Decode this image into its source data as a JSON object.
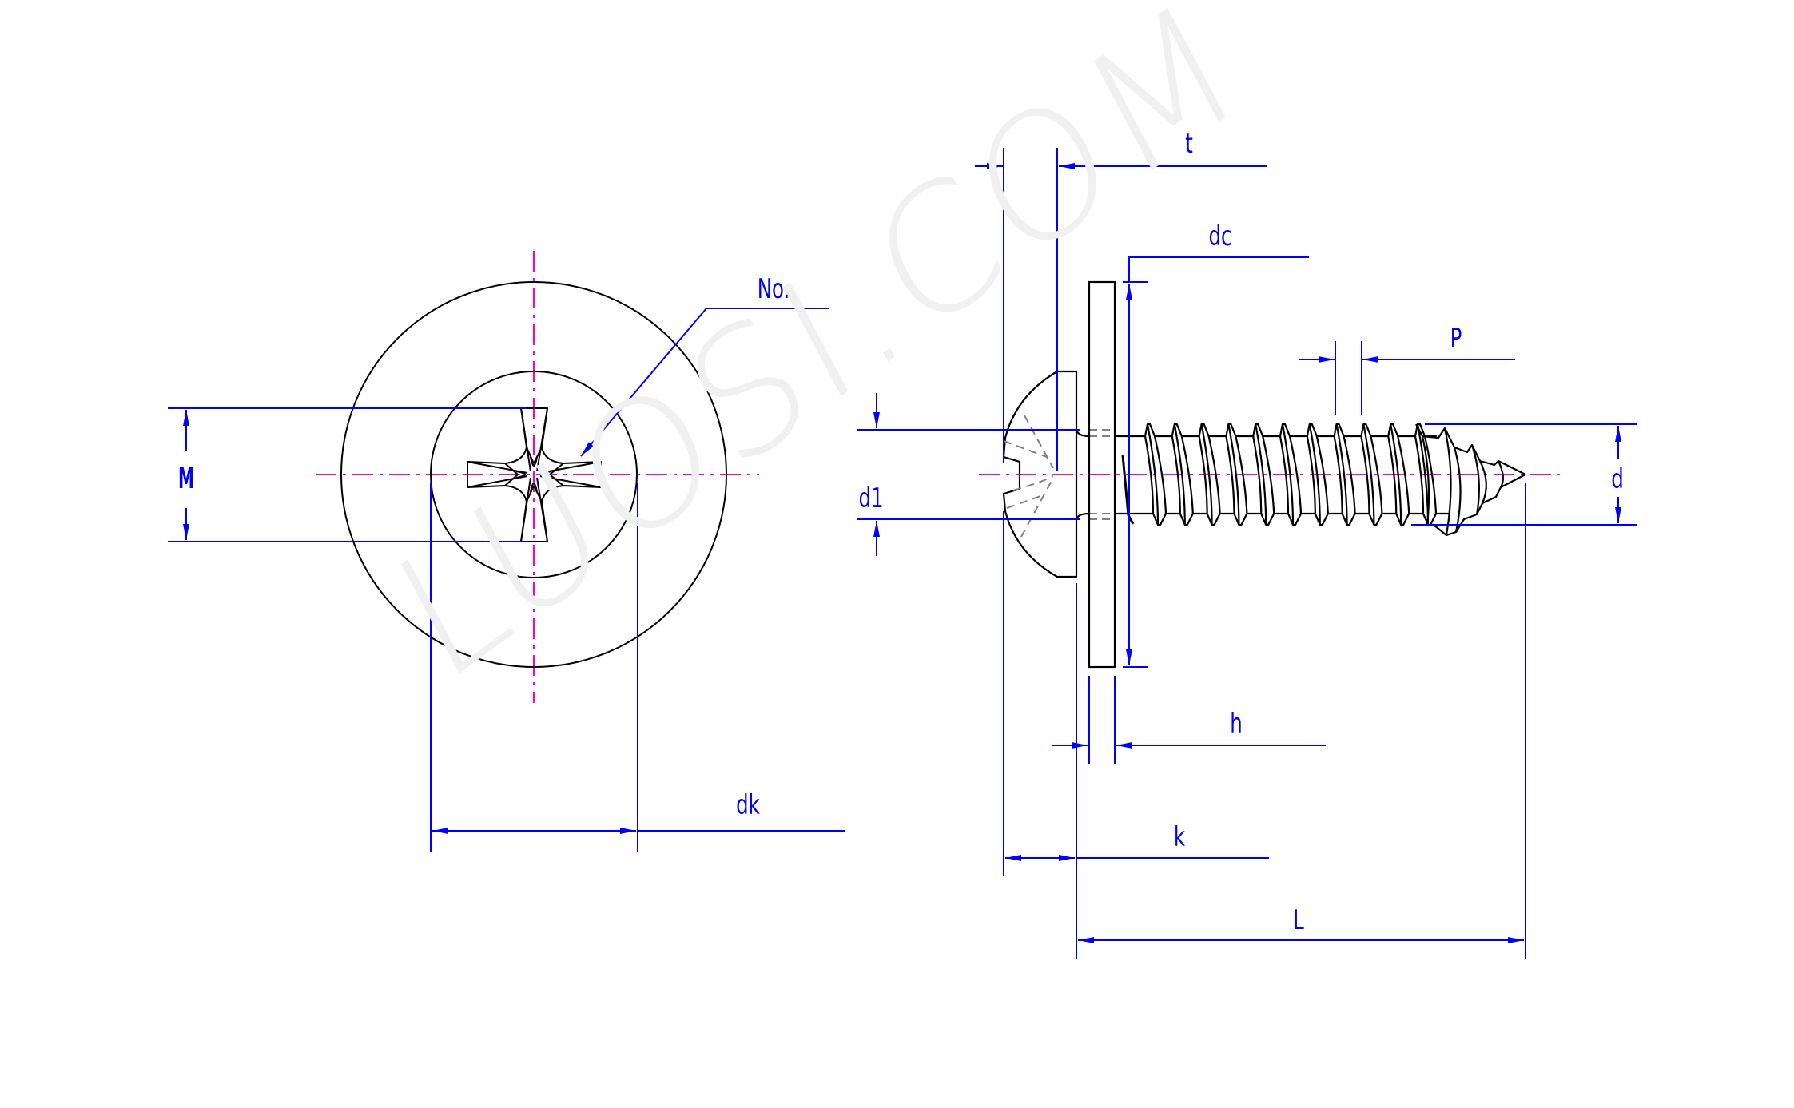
{
  "watermark": {
    "text": "LUOSI.COM",
    "color": "#f0f0f0"
  },
  "colors": {
    "outline": "#000000",
    "dimension": "#0000ff",
    "centerline": "#ff00cc",
    "hidden": "#808080",
    "background": "#ffffff"
  },
  "top_view": {
    "labels": {
      "recess_number": "No.",
      "recess_diameter": "M",
      "head_diameter": "dk"
    }
  },
  "side_view": {
    "labels": {
      "recess_depth": "t",
      "washer_diameter": "dc",
      "thread_pitch": "P",
      "shank_diameter": "d1",
      "thread_diameter": "d",
      "washer_thickness": "h",
      "head_height": "k",
      "length": "L"
    },
    "thread_crest_count": 11
  }
}
